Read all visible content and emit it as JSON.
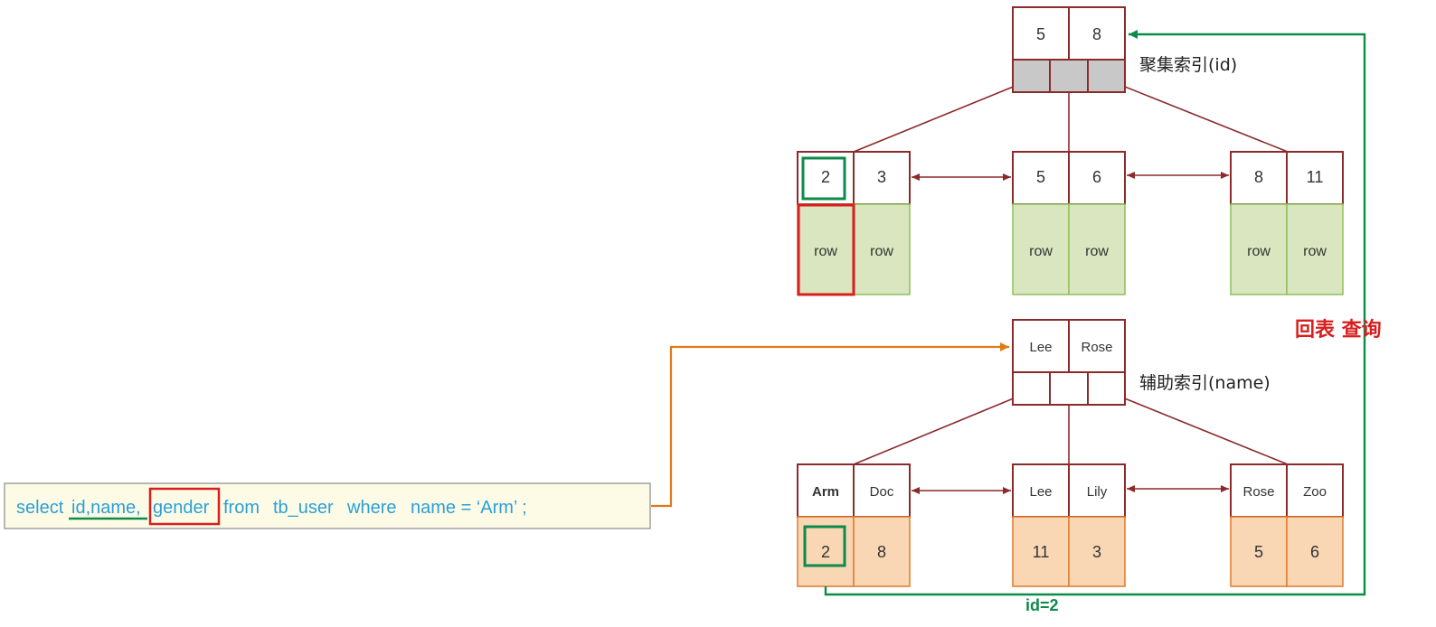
{
  "clustered": {
    "root": {
      "keys": [
        "5",
        "8"
      ]
    },
    "label": "聚集索引(id)",
    "leaves": [
      {
        "keys": [
          "2",
          "3"
        ],
        "rows": [
          "row",
          "row"
        ]
      },
      {
        "keys": [
          "5",
          "6"
        ],
        "rows": [
          "row",
          "row"
        ]
      },
      {
        "keys": [
          "8",
          "11"
        ],
        "rows": [
          "row",
          "row"
        ]
      }
    ]
  },
  "secondary": {
    "root": {
      "keys": [
        "Lee",
        "Rose"
      ]
    },
    "label": "辅助索引(name)",
    "leaves": [
      {
        "keys": [
          "Arm",
          "Doc"
        ],
        "ids": [
          "2",
          "8"
        ]
      },
      {
        "keys": [
          "Lee",
          "Lily"
        ],
        "ids": [
          "11",
          "3"
        ]
      },
      {
        "keys": [
          "Rose",
          "Zoo"
        ],
        "ids": [
          "5",
          "6"
        ]
      }
    ]
  },
  "query": {
    "parts": [
      "select",
      "id,name,",
      "gender",
      "from",
      "tb_user",
      "where",
      "name = ‘Arm’ ;"
    ]
  },
  "lookup_back_label": "回表 查询",
  "id_label": "id=2",
  "colors": {
    "node_border": "#8b2a2a",
    "row_fill": "#d9e6bf",
    "row_border": "#8fbf5a",
    "id_fill": "#f9d7b4",
    "id_border": "#e07a2a",
    "highlight_red": "#d81e1e",
    "highlight_green": "#0e8a4a",
    "query_text": "#2a9fd8",
    "query_bg": "#fdfbe6",
    "arrow_orange": "#e07b14",
    "label_red": "#d81e1e"
  }
}
